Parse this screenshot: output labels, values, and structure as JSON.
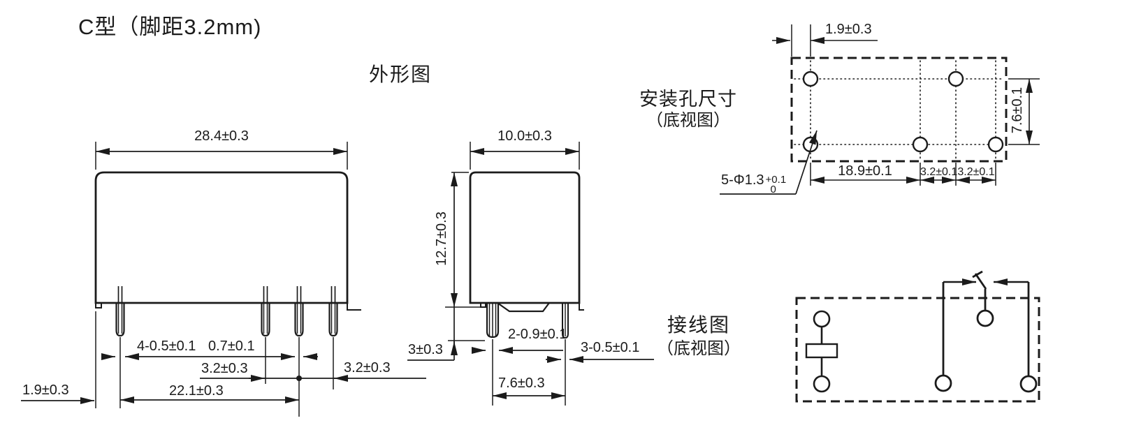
{
  "title": "C型（脚距3.2mm)",
  "outline_view": {
    "label": "外形图",
    "front": {
      "width": "28.4±0.3",
      "pin_width_all": "4-0.5±0.1",
      "pin_width_flat": "0.7±0.1",
      "pitch_pin2_pin3": "3.2±0.3",
      "pitch_pin3_pin4": "3.2±0.3",
      "pin_span": "22.1±0.3",
      "edge_to_pin": "1.9±0.3"
    },
    "side": {
      "width": "10.0±0.3",
      "height": "12.7±0.3",
      "pin_length": "3±0.3",
      "pin_thickness_wide": "2-0.9±0.1",
      "pin_thickness_thin": "3-0.5±0.1",
      "pin_pitch": "7.6±0.3"
    }
  },
  "mounting_view": {
    "label": "安装孔尺寸",
    "sublabel": "（底视图）",
    "edge_to_hole": "1.9±0.3",
    "row_pitch": "7.6±0.1",
    "hole_span": "18.9±0.1",
    "hole_pitch_1": "3.2±0.1",
    "hole_pitch_2": "3.2±0.1",
    "hole_callout": {
      "base": "5-Φ1.3",
      "tol_upper": "+0.1",
      "tol_lower": "0"
    }
  },
  "wiring_view": {
    "label": "接线图",
    "sublabel": "（底视图）"
  }
}
